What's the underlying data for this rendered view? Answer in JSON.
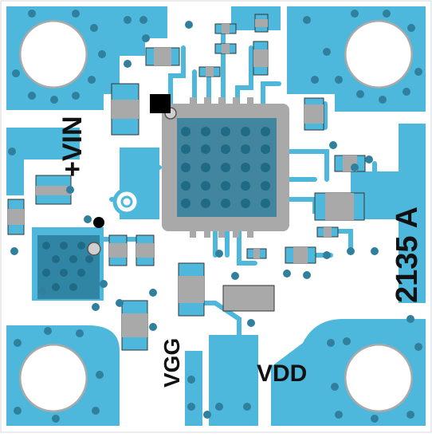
{
  "board": {
    "colors": {
      "copper": "#4db8dc",
      "board_white": "#ffffff",
      "pad_gray": "#a9a9a9",
      "via": "#2f7f9d",
      "silkscreen": "#111111"
    },
    "labels": {
      "vin": "+VIN",
      "vgg": "VGG",
      "vdd": "VDD",
      "part_number": "2135 A"
    }
  }
}
